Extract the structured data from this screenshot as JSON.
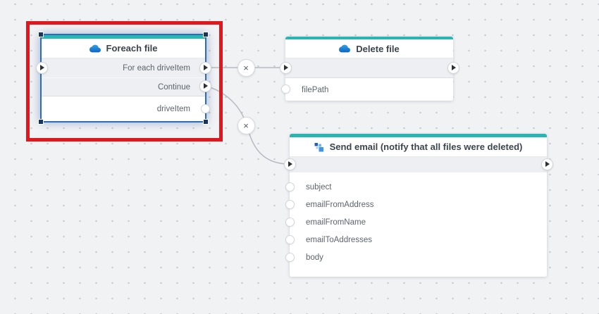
{
  "icons": {
    "disconnect_label": "×"
  },
  "colors": {
    "accent_teal": "#29b5b1",
    "selection_blue": "#2b6cb4",
    "handle_navy": "#14365f",
    "annotation_red": "#e1171e",
    "exec_row_gray": "#edeff2",
    "wire_gray": "#b6bac1"
  },
  "nodes": {
    "foreach": {
      "title": "Foreach file",
      "icon": "onedrive-cloud-icon",
      "exec_rows": [
        "For each driveItem",
        "Continue"
      ],
      "outputs": [
        "driveItem"
      ],
      "selected": true
    },
    "delete_file": {
      "title": "Delete file",
      "icon": "onedrive-cloud-icon",
      "inputs": [
        "filePath"
      ]
    },
    "send_email": {
      "title": "Send email (notify that all files were deleted)",
      "icon": "smtp-mail-icon",
      "inputs": [
        "subject",
        "emailFromAddress",
        "emailFromName",
        "emailToAddresses",
        "body"
      ]
    }
  }
}
